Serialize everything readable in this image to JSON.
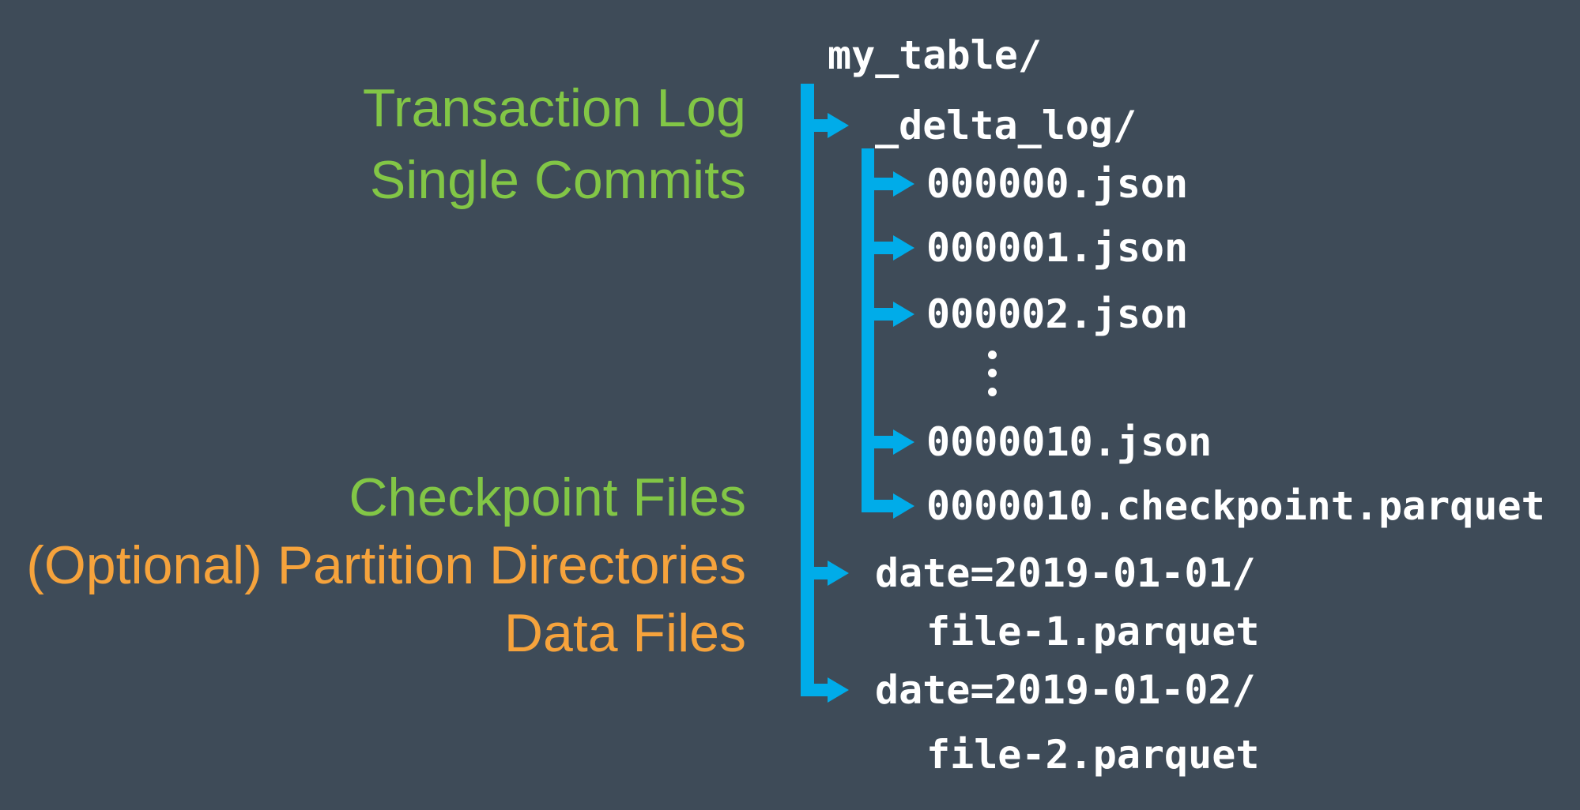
{
  "colors": {
    "background": "#3E4B58",
    "blue": "#00ACE9",
    "green": "#82C646",
    "orange": "#F6A33C",
    "white": "#FFFFFF"
  },
  "labels": [
    {
      "text": "Transaction Log",
      "color": "green"
    },
    {
      "text": "Single Commits",
      "color": "green"
    },
    {
      "text": "Checkpoint Files",
      "color": "green"
    },
    {
      "text": "(Optional) Partition Directories",
      "color": "orange"
    },
    {
      "text": "Data Files",
      "color": "orange"
    }
  ],
  "tree": {
    "rows": [
      {
        "text": "my_table/"
      },
      {
        "text": "_delta_log/"
      },
      {
        "text": "000000.json"
      },
      {
        "text": "000001.json"
      },
      {
        "text": "000002.json"
      },
      {
        "text": "0000010.json"
      },
      {
        "text": "0000010.checkpoint.parquet"
      },
      {
        "text": "date=2019-01-01/"
      },
      {
        "text": "file-1.parquet"
      },
      {
        "text": "date=2019-01-02/"
      },
      {
        "text": "file-2.parquet"
      }
    ],
    "ellipsis_marker": "⋮"
  }
}
